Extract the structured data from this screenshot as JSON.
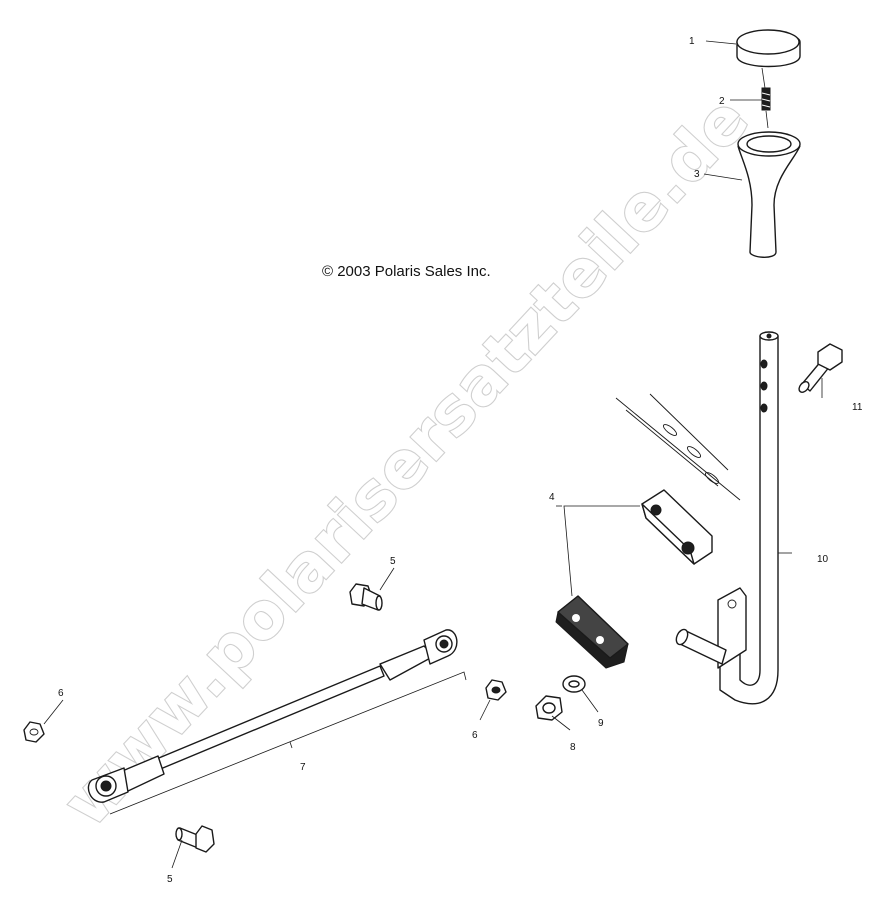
{
  "copyright": "© 2003 Polaris Sales Inc.",
  "watermark": "www.polarisersatzteile.de",
  "callouts": {
    "c1": "1",
    "c2": "2",
    "c3": "3",
    "c4": "4",
    "c5a": "5",
    "c5b": "5",
    "c6a": "6",
    "c6b": "6",
    "c7": "7",
    "c8": "8",
    "c9": "9",
    "c10": "10",
    "c11": "11"
  },
  "parts": [
    {
      "callout": "1",
      "icon": "shift-knob-cap-icon"
    },
    {
      "callout": "2",
      "icon": "set-screw-icon"
    },
    {
      "callout": "3",
      "icon": "shift-knob-icon"
    },
    {
      "callout": "4",
      "icon": "shift-bracket-icon"
    },
    {
      "callout": "5",
      "icon": "bolt-icon"
    },
    {
      "callout": "6",
      "icon": "hex-nut-icon"
    },
    {
      "callout": "7",
      "icon": "shift-linkage-rod-icon"
    },
    {
      "callout": "8",
      "icon": "hex-nut-icon"
    },
    {
      "callout": "9",
      "icon": "washer-icon"
    },
    {
      "callout": "10",
      "icon": "shift-lever-icon"
    },
    {
      "callout": "11",
      "icon": "bolt-icon"
    }
  ]
}
